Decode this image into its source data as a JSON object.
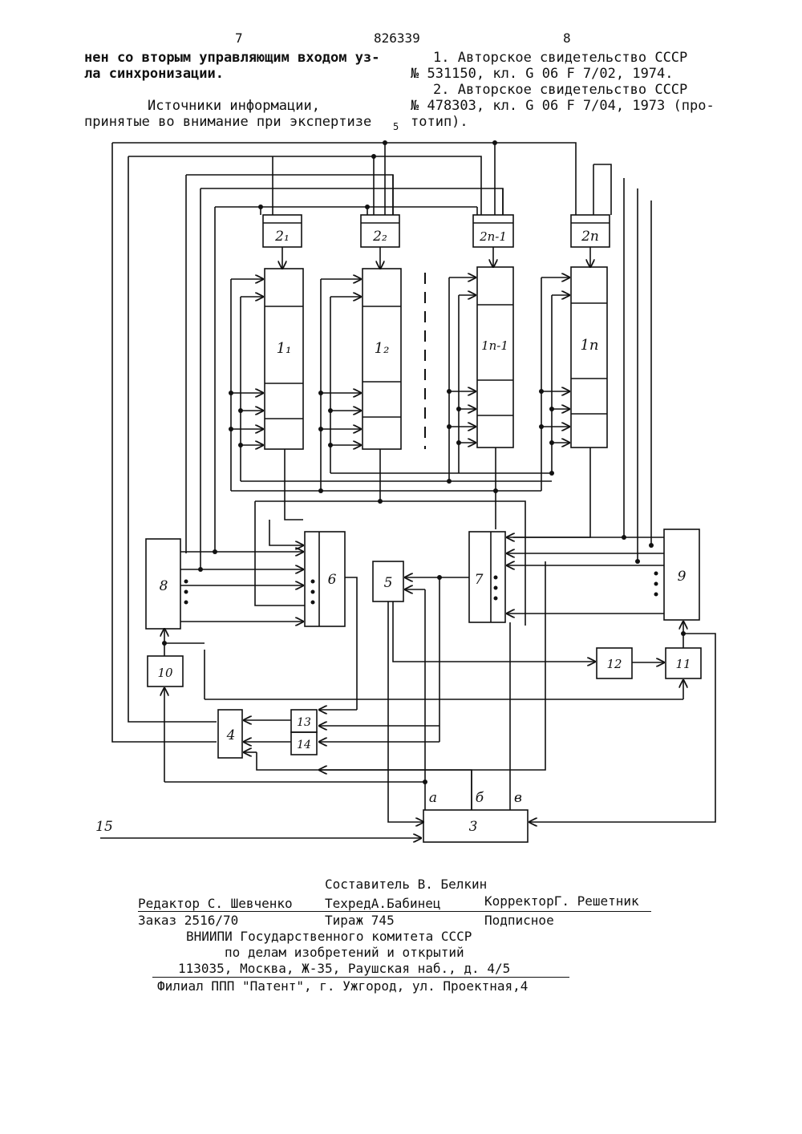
{
  "header": {
    "page_left": "7",
    "patent_number": "826339",
    "page_right": "8"
  },
  "left_column": {
    "continuation_lines": [
      "нен со вторым управляющим входом уз-",
      "ла синхронизации."
    ],
    "sources_heading_lines": [
      "Источники информации,",
      "принятые во внимание при экспертизе"
    ]
  },
  "right_column": {
    "references_lines": [
      "1. Авторское свидетельство СССР",
      "№ 531150, кл. G 06 F 7/02, 1974.",
      "2. Авторское свидетельство СССР",
      "№ 478303, кл. G 06 F 7/04, 1973 (про-",
      "тотип)."
    ],
    "line_number": "5"
  },
  "diagram_labels": {
    "reg_2_1": "2₁",
    "reg_2_2": "2₂",
    "reg_2_n1": "2n-1",
    "reg_2_n": "2n",
    "reg_1_1": "1₁",
    "reg_1_2": "1₂",
    "reg_1_n1": "1n-1",
    "reg_1_n": "1n",
    "block_3": "3",
    "block_4": "4",
    "block_5": "5",
    "block_6": "6",
    "block_7": "7",
    "block_8": "8",
    "block_9": "9",
    "block_10": "10",
    "block_11": "11",
    "block_12": "12",
    "block_13": "13",
    "block_14": "14",
    "input_15": "15",
    "out_a": "а",
    "out_b": "б",
    "out_v": "в"
  },
  "footer": {
    "compiler": "Составитель В. Белкин",
    "editor": "Редактор С. Шевченко",
    "techred": "ТехредА.Бабинец",
    "corrector": "КорректорГ. Решетник",
    "order": "Заказ 2516/70",
    "print_run": "Тираж 745",
    "subscription": "Подписное",
    "org_line1": "ВНИИПИ Государственного комитета СССР",
    "org_line2": "по делам изобретений и открытий",
    "address": "113035, Москва, Ж-35, Раушская наб., д. 4/5",
    "branch": "Филиал ППП \"Патент\", г. Ужгород, ул. Проектная,4"
  }
}
